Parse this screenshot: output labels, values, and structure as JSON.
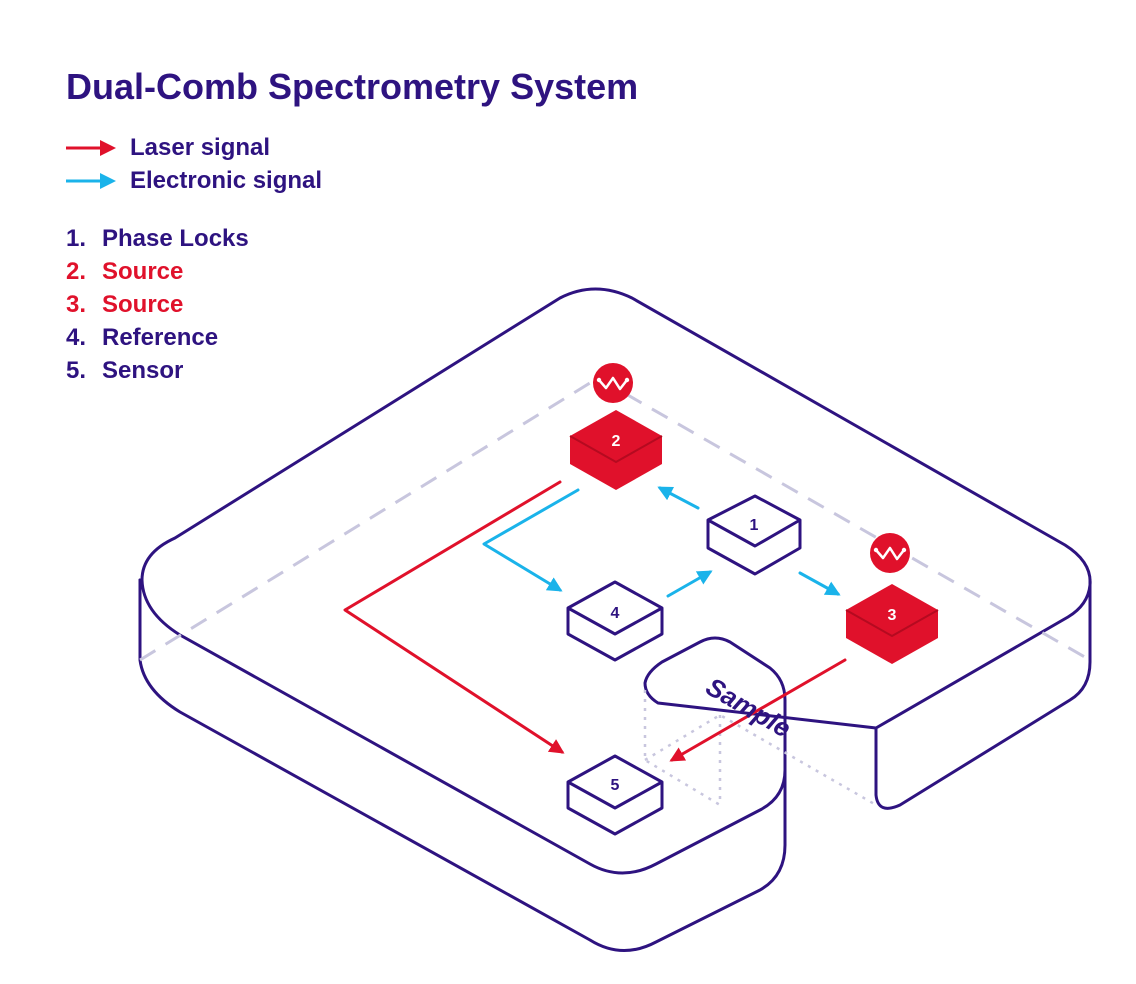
{
  "title": "Dual-Comb Spectrometry System",
  "colors": {
    "navy": "#2e1380",
    "red": "#e0112b",
    "blue": "#1ab3ea",
    "dash": "#c8c6de"
  },
  "legend": [
    {
      "label": "Laser signal",
      "color": "#e0112b"
    },
    {
      "label": "Electronic signal",
      "color": "#1ab3ea"
    }
  ],
  "key": [
    {
      "num": "1.",
      "label": "Phase Locks",
      "color": "#2e1380"
    },
    {
      "num": "2.",
      "label": "Source",
      "color": "#e0112b"
    },
    {
      "num": "3.",
      "label": "Source",
      "color": "#e0112b"
    },
    {
      "num": "4.",
      "label": "Reference",
      "color": "#2e1380"
    },
    {
      "num": "5.",
      "label": "Sensor",
      "color": "#2e1380"
    }
  ],
  "nodes": {
    "n1": "1",
    "n2": "2",
    "n3": "3",
    "n4": "4",
    "n5": "5"
  },
  "sample_label": "Sample",
  "icons": {
    "source_badge": "waveform-icon",
    "arrow": "arrow-right-icon"
  }
}
